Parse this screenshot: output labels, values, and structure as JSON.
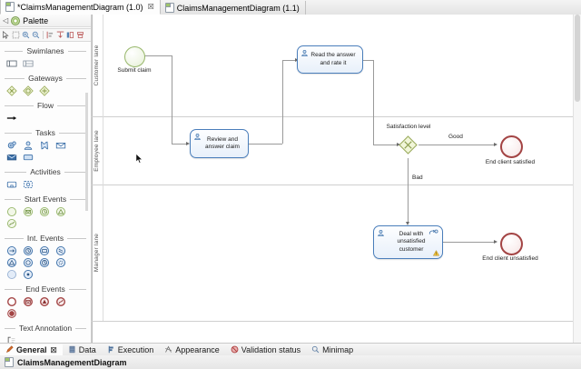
{
  "editor_tabs": [
    {
      "label": "*ClaimsManagementDiagram (1.0)",
      "active": true,
      "close": "☒",
      "icon": "diagram-file-icon"
    },
    {
      "label": "ClaimsManagementDiagram (1.1)",
      "active": false,
      "close": "",
      "icon": "diagram-file-icon"
    }
  ],
  "palette": {
    "title": "Palette",
    "collapse_glyph": "◁",
    "tools": [
      {
        "name": "select-tool"
      },
      {
        "name": "marquee-tool"
      },
      {
        "name": "zoom-in-tool"
      },
      {
        "name": "zoom-out-tool"
      },
      {
        "name": "separator"
      },
      {
        "name": "align-left-tool"
      },
      {
        "name": "align-bottom-tool"
      },
      {
        "name": "distribute-tool"
      },
      {
        "name": "pin-tool"
      }
    ],
    "groups": [
      {
        "title": "Swimlanes",
        "items": [
          "pool-shape",
          "lane-shape"
        ]
      },
      {
        "title": "Gateways",
        "items": [
          "exclusive-gateway",
          "inclusive-gateway",
          "parallel-gateway"
        ]
      },
      {
        "title": "Flow",
        "items": [
          "sequence-flow"
        ]
      },
      {
        "title": "Tasks",
        "items": [
          "service-task",
          "user-task",
          "script-task",
          "send-task",
          "receive-task",
          "manual-task"
        ]
      },
      {
        "title": "Activities",
        "items": [
          "sub-process",
          "call-activity"
        ]
      },
      {
        "title": "Start Events",
        "items": [
          "start-none",
          "start-message",
          "start-timer",
          "start-signal",
          "start-conditional"
        ]
      },
      {
        "title": "Int. Events",
        "items": [
          "int-link",
          "int-message",
          "int-escalation",
          "int-multiple",
          "int-signal",
          "int-timer",
          "int-conditional",
          "int-compensation",
          "int-none",
          "int-error"
        ]
      },
      {
        "title": "End Events",
        "items": [
          "end-none",
          "end-message",
          "end-escalation",
          "end-cancel",
          "end-terminate"
        ]
      },
      {
        "title": "Text Annotation",
        "items": [
          "text-annotation"
        ]
      }
    ]
  },
  "diagram": {
    "lanes": [
      {
        "label": "Customer lane"
      },
      {
        "label": "Employee lane"
      },
      {
        "label": "Manager lane"
      }
    ],
    "nodes": {
      "start": {
        "label": "Submit claim",
        "type": "start-event"
      },
      "review": {
        "label": "Review and answer claim",
        "type": "user-task"
      },
      "read": {
        "label": "Read the answer and rate it",
        "type": "user-task"
      },
      "gateway": {
        "label": "Satisfaction level",
        "type": "exclusive-gateway"
      },
      "end_satisfied": {
        "label": "End client satisfied",
        "type": "end-event"
      },
      "deal": {
        "label": "Deal with unsatisfied customer",
        "type": "user-task",
        "markers": [
          "loop-marker",
          "warning-marker"
        ]
      },
      "end_unsatisfied": {
        "label": "End client unsatisfied",
        "type": "end-event"
      }
    },
    "flow_labels": {
      "good": "Good",
      "bad": "Bad"
    }
  },
  "view_tabs": [
    {
      "label": "General",
      "active": true,
      "close": "☒",
      "icon": "pencil-icon"
    },
    {
      "label": "Data",
      "active": false,
      "close": "",
      "icon": "database-icon"
    },
    {
      "label": "Execution",
      "active": false,
      "close": "",
      "icon": "execution-icon"
    },
    {
      "label": "Appearance",
      "active": false,
      "close": "",
      "icon": "appearance-icon"
    },
    {
      "label": "Validation status",
      "active": false,
      "close": "",
      "icon": "validation-icon"
    },
    {
      "label": "Minimap",
      "active": false,
      "close": "",
      "icon": "magnifier-icon"
    }
  ],
  "status": {
    "label": "ClaimsManagementDiagram",
    "icon": "diagram-file-icon"
  },
  "colors": {
    "task_border": "#4a7ebb",
    "start_border": "#97b76a",
    "end_border": "#a34444",
    "gateway_border": "#9aab5c",
    "edge": "#9a9a9a"
  }
}
